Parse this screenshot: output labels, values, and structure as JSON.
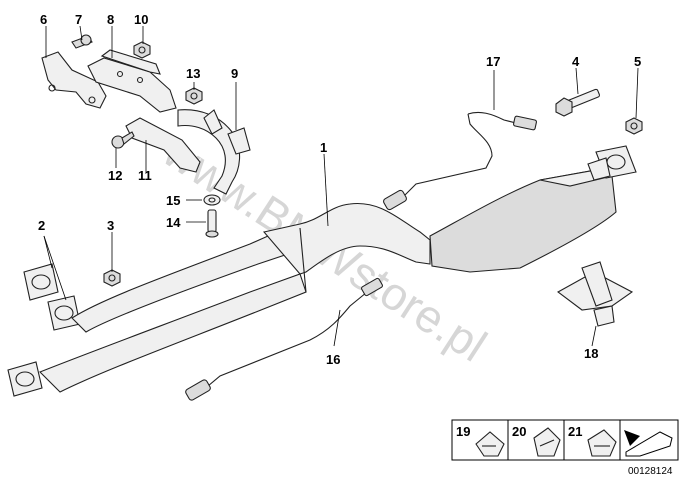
{
  "callouts": {
    "c1": "1",
    "c2": "2",
    "c3": "3",
    "c4": "4",
    "c5": "5",
    "c6": "6",
    "c7": "7",
    "c8": "8",
    "c9": "9",
    "c10": "10",
    "c11": "11",
    "c12": "12",
    "c13": "13",
    "c14": "14",
    "c15": "15",
    "c16": "16",
    "c17": "17",
    "c18": "18"
  },
  "legend_box": {
    "c19": "19",
    "c20": "20",
    "c21": "21"
  },
  "watermark": "www.BMWstore.pl",
  "diagram_id": "00128124"
}
